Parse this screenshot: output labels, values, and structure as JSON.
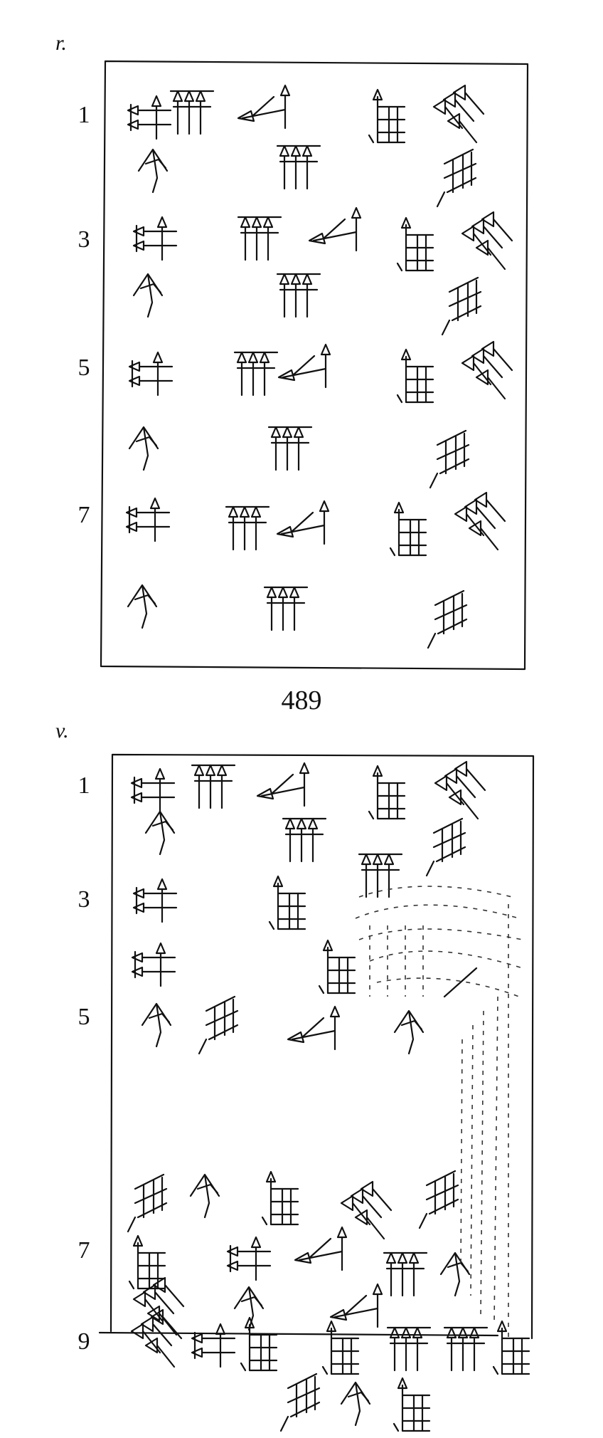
{
  "tablet": {
    "number": "489",
    "obverse": {
      "mark": "r.",
      "line_numbers": [
        "1",
        "3",
        "5",
        "7"
      ]
    },
    "reverse": {
      "mark": "v.",
      "line_numbers": [
        "1",
        "3",
        "5",
        "7",
        "9"
      ]
    }
  }
}
